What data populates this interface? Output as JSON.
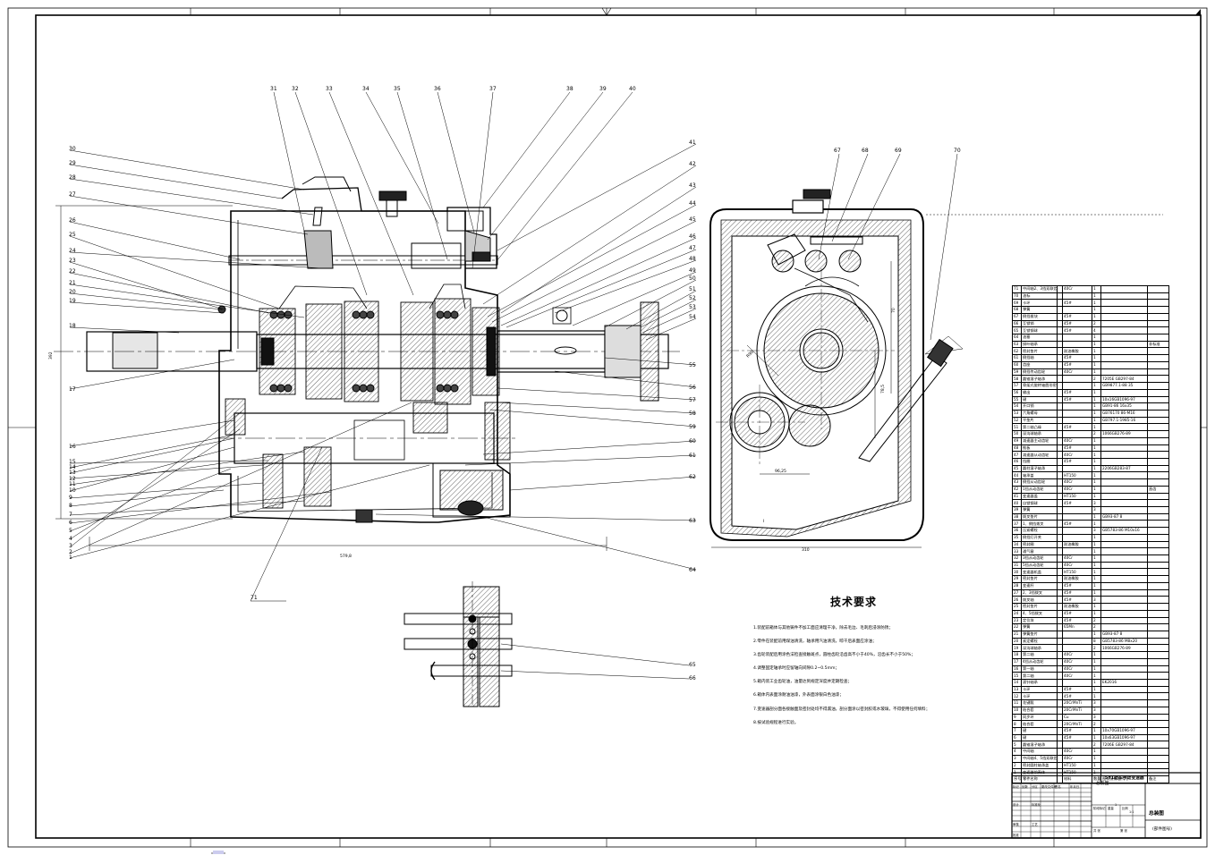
{
  "drawing": {
    "tech_title": "技术要求",
    "tech_items": [
      "1.装配前箱体与其他铸件不加工面应清理干净，除去毛边、毛刺后浸涂防锈；",
      "2.零件在装配前用煤油清洗，轴承用汽油清洗，晾干后表面应涂油；",
      "3.齿轮装配后用涂色法检查接触斑点，圆柱齿轮沿齿高不小于40%，沿齿长不小于50%；",
      "4.调整固定轴承时应留轴向间隙0.2~0.5mm；",
      "5.箱内装工业齿轮油，油量达到规定深度并定期检查；",
      "6.箱体内表面涂耐油油漆，外表面涂银白色油漆；",
      "7.变速器剖分面各接触面及密封处均不得漏油，剖分面涂以密封胶或水玻璃，不得使用任何填料；",
      "8.按试验规程进行实验。"
    ],
    "callouts_top": [
      "31",
      "32",
      "33",
      "34",
      "35",
      "36",
      "37",
      "38",
      "39",
      "40"
    ],
    "callouts_left": [
      "30",
      "29",
      "28",
      "27",
      "26",
      "25",
      "24",
      "23",
      "22",
      "21",
      "20",
      "19",
      "18",
      "17",
      "16",
      "15",
      "14",
      "13",
      "12",
      "11",
      "10",
      "9",
      "8",
      "7",
      "6",
      "5",
      "4",
      "3",
      "2",
      "1"
    ],
    "callouts_right": [
      "41",
      "42",
      "43",
      "44",
      "45",
      "46",
      "47",
      "48",
      "49",
      "50",
      "51",
      "52",
      "53",
      "54",
      "55",
      "56",
      "57",
      "58",
      "59",
      "60",
      "61",
      "62",
      "63",
      "64"
    ],
    "callouts_detail": [
      "65",
      "66"
    ],
    "callouts_side": [
      "67",
      "68",
      "69",
      "70"
    ],
    "callout_bottom": "71",
    "dimensions": {
      "overall_length": "579,8",
      "side_width": "310",
      "height_left": "392",
      "side_d1": "78,5",
      "side_d2": "70",
      "side_d3": "R90",
      "side_d4": "96,25"
    },
    "bom_rows": [
      [
        "71",
        "中间轴2、3挡双联齿轮",
        "",
        "40Cr",
        "1",
        "",
        ""
      ],
      [
        "70",
        "油标",
        "",
        "",
        "1",
        "",
        ""
      ],
      [
        "69",
        "卡环",
        "",
        "45#",
        "1",
        "",
        ""
      ],
      [
        "68",
        "弹簧",
        "",
        "",
        "1",
        "",
        ""
      ],
      [
        "67",
        "倒挡拨块",
        "",
        "45#",
        "1",
        "",
        ""
      ],
      [
        "66",
        "互锁销",
        "",
        "45#",
        "2",
        "",
        ""
      ],
      [
        "65",
        "互锁钢球",
        "",
        "45#",
        "4",
        "",
        ""
      ],
      [
        "64",
        "油塞",
        "",
        "",
        "1",
        "",
        ""
      ],
      [
        "63",
        "接叶轴承",
        "",
        "",
        "1",
        "",
        "非标准"
      ],
      [
        "62",
        "密封垫片",
        "",
        "耐油橡胶",
        "1",
        "",
        ""
      ],
      [
        "61",
        "倒挡轴",
        "",
        "45#",
        "1",
        "",
        ""
      ],
      [
        "60",
        "齿座",
        "",
        "45#",
        "1",
        "",
        ""
      ],
      [
        "59",
        "倒挡传动齿轮",
        "",
        "40Cr",
        "1",
        "",
        ""
      ],
      [
        "58",
        "圆锥滚子轴承",
        "",
        "",
        "2",
        "7205E GB297-84",
        ""
      ],
      [
        "57",
        "骨架式旋转轴唇形密封圈",
        "",
        "",
        "1",
        "GB9877.1-88 35",
        ""
      ],
      [
        "56",
        "输出",
        "",
        "45#",
        "1",
        "",
        ""
      ],
      [
        "55",
        "键",
        "",
        "45#",
        "1",
        "10x16GB1096-97",
        ""
      ],
      [
        "54",
        "开口销",
        "",
        "",
        "1",
        "GB91-86 16x35",
        ""
      ],
      [
        "53",
        "六角螺母",
        "",
        "",
        "1",
        "GB76170 86-M16",
        ""
      ],
      [
        "52",
        "平垫片",
        "",
        "",
        "1",
        "GB797.1-1985-16",
        ""
      ],
      [
        "51",
        "第二轴凸缘",
        "",
        "45#",
        "1",
        "",
        ""
      ],
      [
        "50",
        "深沟球轴承",
        "",
        "",
        "2",
        "1066GB276-89",
        ""
      ],
      [
        "49",
        "减速器主动齿轮",
        "",
        "40Cr",
        "1",
        "",
        ""
      ],
      [
        "48",
        "推板",
        "",
        "45#",
        "1",
        "",
        ""
      ],
      [
        "47",
        "减速器从动齿轮",
        "",
        "40Cr",
        "1",
        "",
        ""
      ],
      [
        "46",
        "挡圈",
        "",
        "45#",
        "1",
        "",
        ""
      ],
      [
        "45",
        "圆柱滚子轴承",
        "",
        "",
        "1",
        "2206GB283-87",
        ""
      ],
      [
        "44",
        "轴承盖",
        "",
        "HT150",
        "1",
        "",
        ""
      ],
      [
        "43",
        "倒挡从动齿轮",
        "",
        "40Cr",
        "1",
        "",
        ""
      ],
      [
        "42",
        "1挡从动齿轮",
        "",
        "40Cr",
        "1",
        "",
        "直齿"
      ],
      [
        "41",
        "变速器盖",
        "",
        "HT150",
        "1",
        "",
        ""
      ],
      [
        "40",
        "自锁钢球",
        "",
        "45#",
        "3",
        "",
        ""
      ],
      [
        "39",
        "弹簧",
        "",
        "",
        "3",
        "",
        ""
      ],
      [
        "38",
        "拨叉垫片",
        "",
        "",
        "1",
        "GB93-87 8",
        ""
      ],
      [
        "37",
        "1、倒挡拨叉",
        "",
        "45#",
        "1",
        "",
        ""
      ],
      [
        "36",
        "压紧螺栓",
        "",
        "",
        "3",
        "GB5783-86 M10x16",
        ""
      ],
      [
        "35",
        "倒挡灯开关",
        "",
        "",
        "1",
        "",
        ""
      ],
      [
        "34",
        "密封圈",
        "",
        "耐油橡胶",
        "1",
        "",
        ""
      ],
      [
        "33",
        "通气塞",
        "",
        "",
        "1",
        "",
        ""
      ],
      [
        "32",
        "3挡从动齿轮",
        "",
        "40Cr",
        "1",
        "",
        ""
      ],
      [
        "31",
        "5挡从动齿轮",
        "",
        "40Cr",
        "1",
        "",
        ""
      ],
      [
        "30",
        "变速器机盖",
        "",
        "HT150",
        "1",
        "",
        ""
      ],
      [
        "29",
        "密封垫片",
        "",
        "耐油橡胶",
        "1",
        "",
        ""
      ],
      [
        "28",
        "变速杆",
        "",
        "45#",
        "1",
        "",
        ""
      ],
      [
        "27",
        "2、3挡拨叉",
        "",
        "45#",
        "1",
        "",
        ""
      ],
      [
        "26",
        "拨叉轴",
        "",
        "45#",
        "3",
        "",
        ""
      ],
      [
        "25",
        "密封垫片",
        "",
        "耐油橡胶",
        "1",
        "",
        ""
      ],
      [
        "24",
        "4、5挡拨叉",
        "",
        "45#",
        "1",
        "",
        ""
      ],
      [
        "23",
        "定位块",
        "",
        "45#",
        "2",
        "",
        ""
      ],
      [
        "22",
        "弹簧",
        "",
        "65Mn",
        "2",
        "",
        ""
      ],
      [
        "21",
        "弹簧垫片",
        "",
        "",
        "1",
        "GB93-87 8",
        ""
      ],
      [
        "20",
        "紧定螺栓",
        "",
        "",
        "8",
        "GB5783-86 M8x20",
        ""
      ],
      [
        "19",
        "深沟球轴承",
        "",
        "",
        "2",
        "1066GB276-89",
        ""
      ],
      [
        "18",
        "第二轴",
        "",
        "40Cr",
        "1",
        "",
        ""
      ],
      [
        "17",
        "4挡从动齿轮",
        "",
        "40Cr",
        "1",
        "",
        ""
      ],
      [
        "16",
        "第一轴",
        "",
        "40Cr",
        "1",
        "",
        ""
      ],
      [
        "15",
        "第二轴",
        "",
        "40Cr",
        "1",
        "",
        ""
      ],
      [
        "14",
        "滚针轴承",
        "",
        "",
        "1",
        "EK2016",
        ""
      ],
      [
        "13",
        "卡环",
        "",
        "45#",
        "1",
        "",
        ""
      ],
      [
        "12",
        "卡环",
        "",
        "45#",
        "1",
        "",
        ""
      ],
      [
        "11",
        "花键毂",
        "",
        "20CrMnTi",
        "3",
        "",
        ""
      ],
      [
        "10",
        "结合套",
        "",
        "20CrMnTi",
        "3",
        "",
        ""
      ],
      [
        "9",
        "同步环",
        "",
        "Cu",
        "3",
        "",
        ""
      ],
      [
        "8",
        "结合套",
        "",
        "20CrMnTi",
        "2",
        "",
        ""
      ],
      [
        "7",
        "键",
        "",
        "45#",
        "1",
        "10x70GB1096-97",
        ""
      ],
      [
        "6",
        "键",
        "",
        "45#",
        "1",
        "10x63GB1096-97",
        ""
      ],
      [
        "5",
        "圆锥滚子轴承",
        "",
        "",
        "2",
        "7206E GB297-84",
        ""
      ],
      [
        "4",
        "中间轴",
        "",
        "40Cr",
        "1",
        "",
        ""
      ],
      [
        "3",
        "中间轴4、5挡双联齿轮",
        "",
        "40Cr",
        "1",
        "",
        ""
      ],
      [
        "2",
        "密封圆柱轴承盖",
        "",
        "HT150",
        "1",
        "",
        ""
      ],
      [
        "1",
        "变速器前壳体",
        "",
        "HT150",
        "1",
        "",
        ""
      ],
      [
        "序号",
        "零件名称",
        "",
        "材料",
        "数量",
        "图样及标准代号",
        "备注"
      ]
    ],
    "title_block": {
      "design_title": "5Y1轿车手动变速器",
      "design_subtitle": "总装图",
      "drawing_name": "总装图",
      "drawing_code": "(部件图号)",
      "scale_value": "1:1",
      "sheet": "1",
      "labels": [
        "标记",
        "处数",
        "分区",
        "更改文件号",
        "签名",
        "年月日",
        "设计",
        "标准化",
        "阶段标记",
        "重量",
        "比例",
        "审核",
        "工艺",
        "批准",
        "共 张",
        "第 张"
      ]
    }
  }
}
